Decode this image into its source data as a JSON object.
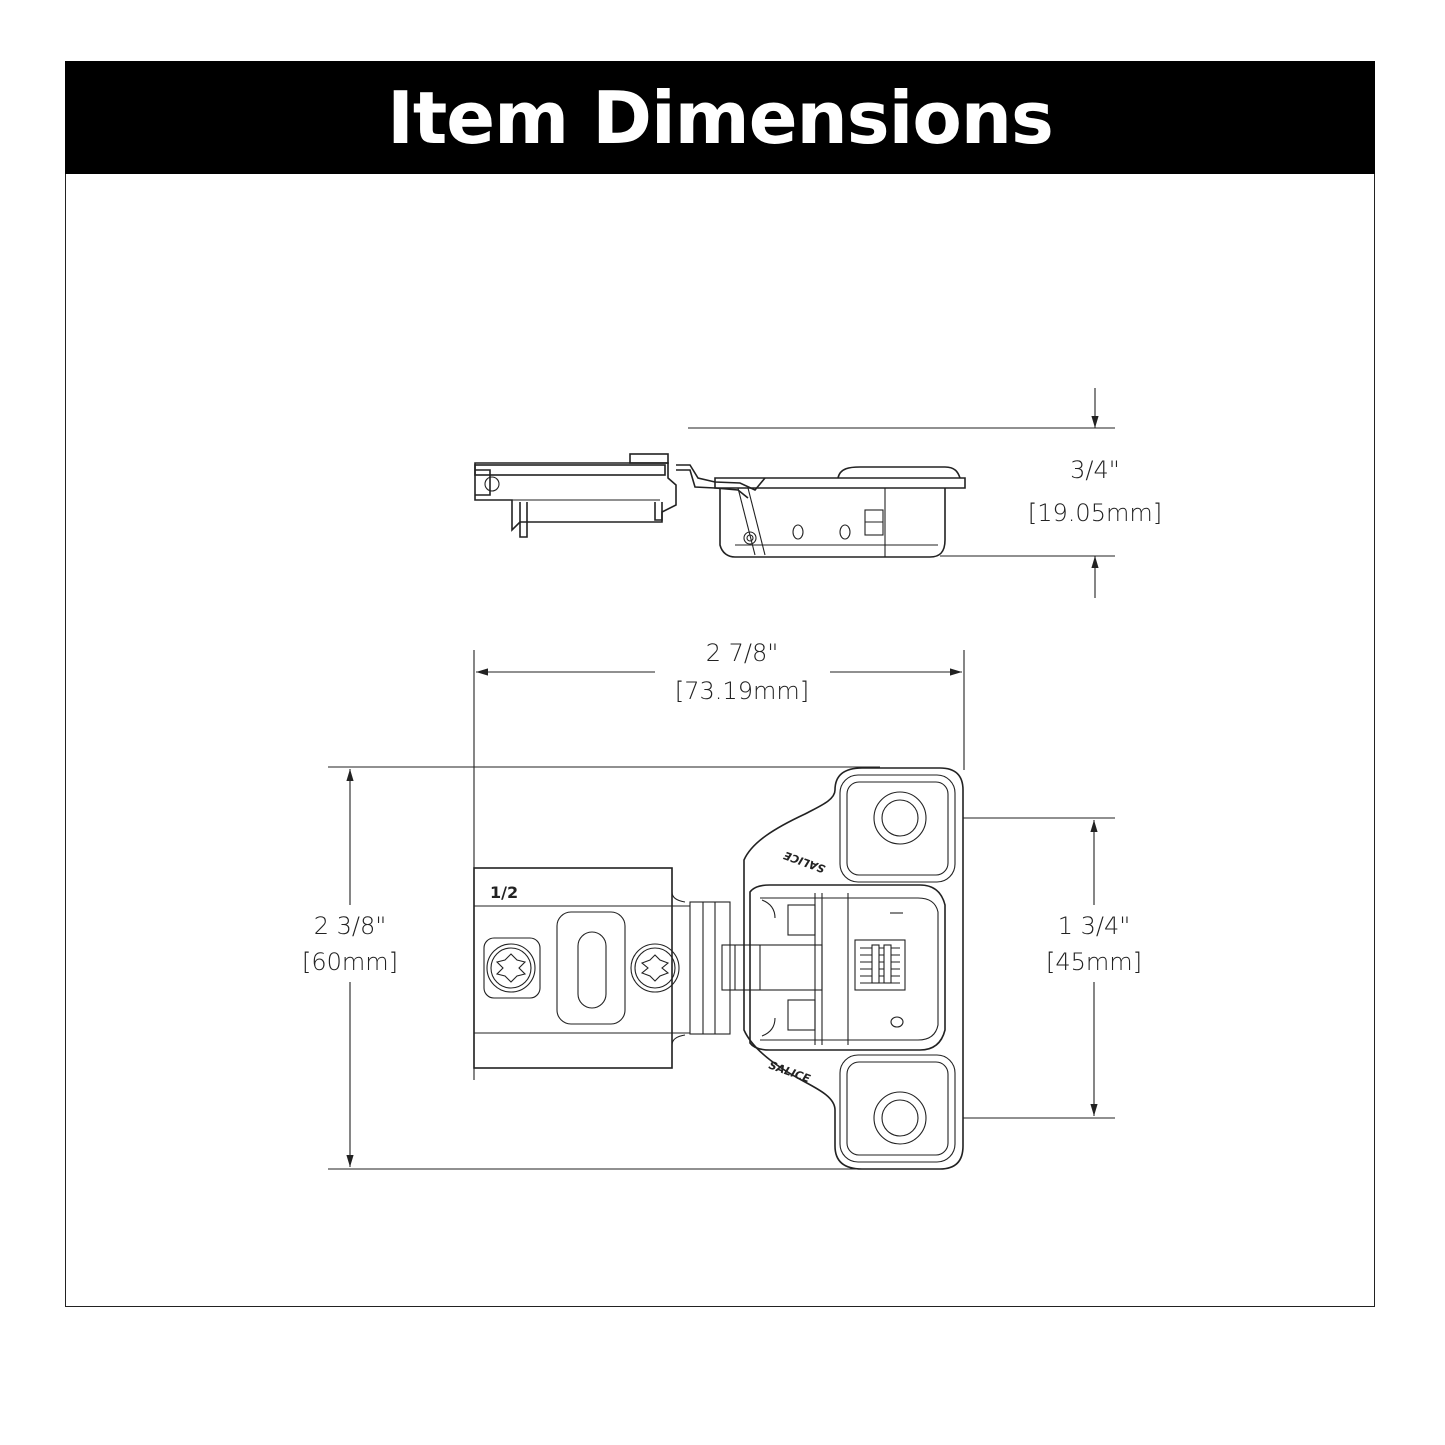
{
  "title": "Item Dimensions",
  "colors": {
    "title_bar_bg": "#000000",
    "title_text": "#ffffff",
    "line": "#222222",
    "background": "#ffffff"
  },
  "side_view": {
    "height_dimension": {
      "imperial": "3/4\"",
      "metric": "[19.05mm]"
    }
  },
  "top_view": {
    "width_dimension": {
      "imperial": "2 7/8\"",
      "metric": "[73.19mm]"
    },
    "height_dimension": {
      "imperial": "2 3/8\"",
      "metric": "[60mm]"
    },
    "hole_spacing_dimension": {
      "imperial": "1 3/4\"",
      "metric": "[45mm]"
    },
    "arm_marking": "1/2",
    "brand_marking_top": "SALICE",
    "brand_marking_bottom": "SALICE"
  }
}
